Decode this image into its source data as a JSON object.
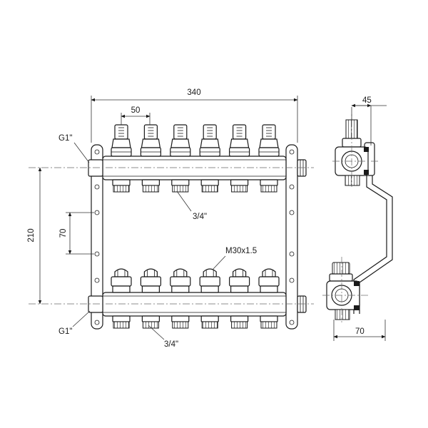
{
  "labels": {
    "width_total": "340",
    "pitch": "50",
    "inlet_top": "G1\"",
    "inlet_bottom": "G1\"",
    "height_total": "210",
    "bracket_spacing": "70",
    "outlet_top": "3/4\"",
    "outlet_bottom": "3/4\"",
    "valve_thread": "M30x1.5",
    "side_depth_top": "45",
    "side_depth_bottom": "70"
  },
  "circuits": 6,
  "colors": {
    "line": "#1a1a1a",
    "background": "#ffffff"
  }
}
